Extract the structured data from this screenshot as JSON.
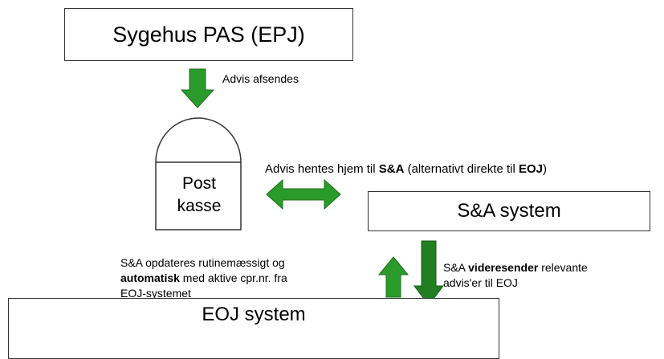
{
  "boxes": {
    "pas": "Sygehus PAS (EPJ)",
    "sa": "S&A system",
    "eoj": "EOJ system"
  },
  "mailbox": {
    "line1": "Post",
    "line2": "kasse"
  },
  "labels": {
    "send": "Advis afsendes",
    "fetch_pre": "Advis hentes hjem til ",
    "fetch_bold1": "S&A",
    "fetch_mid": " (alternativt direkte til ",
    "fetch_bold2": "EOJ",
    "fetch_post": ")",
    "update_line1": "S&A opdateres rutinemæssigt og",
    "update_bold": "automatisk",
    "update_line2_rest": " med aktive cpr.nr. fra",
    "update_line3": "EOJ-systemet",
    "forward_pre": "S&A ",
    "forward_bold": "videresender",
    "forward_post": "  relevante",
    "forward_line2": "advis'er til EOJ"
  },
  "colors": {
    "arrow_fill": "#2a9a2a",
    "arrow_stroke": "#1d6e1d",
    "border": "#333333"
  }
}
